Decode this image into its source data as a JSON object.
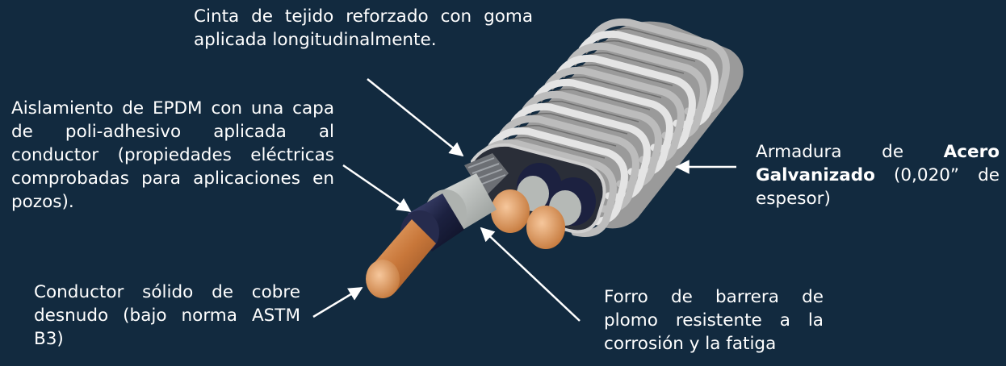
{
  "labels": {
    "cinta": "Cinta de tejido reforzado con goma aplicada longitudinalmente.",
    "aislamiento": "Aislamiento de EPDM con una capa de poli-adhesivo aplicada al conductor (propiedades eléctricas comprobadas para aplicaciones en pozos).",
    "armadura_pre": "Armadura de ",
    "armadura_bold": "Acero Galvanizado",
    "armadura_post": " (0,020” de espesor)",
    "conductor": "Conductor sólido de cobre desnudo (bajo norma ASTM B3)",
    "forro": "Forro de barrera de plomo resistente a la corrosión y la fatiga"
  },
  "colors": {
    "background": "#122a3f",
    "text": "#ffffff",
    "copper": "#c8773a",
    "armor": "#c9c9c9",
    "insulation": "#1c2140",
    "lead_sheath": "#b5b9b6"
  }
}
